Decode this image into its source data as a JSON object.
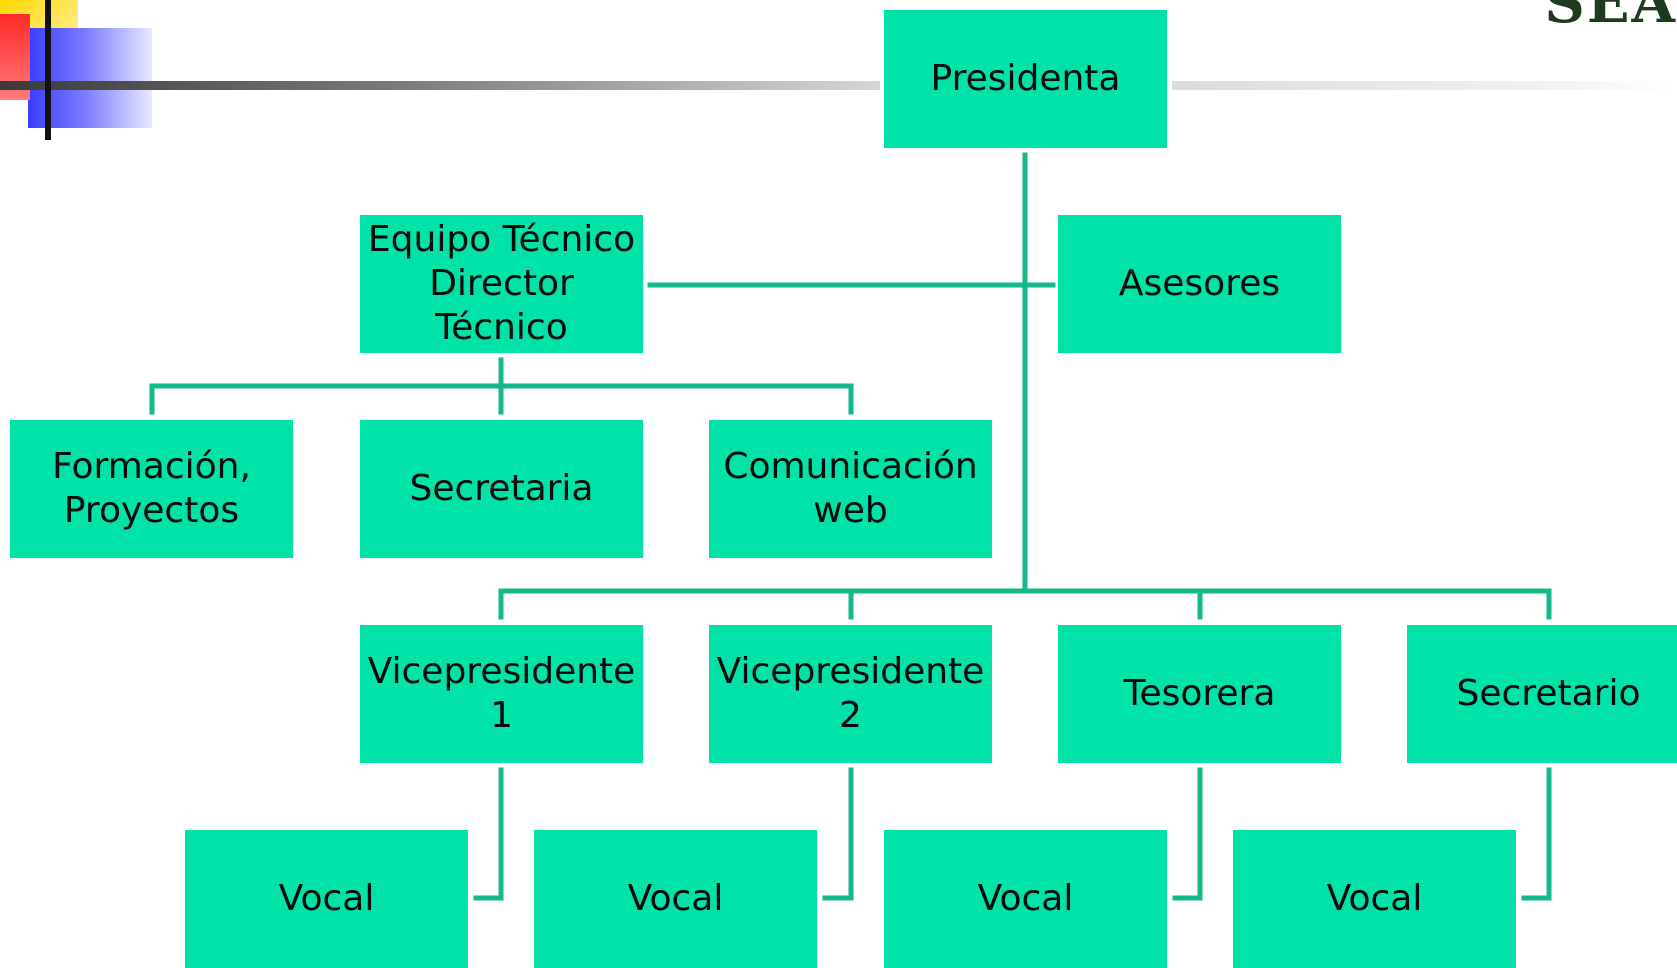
{
  "colors": {
    "node_fill": "#00e2a8",
    "connector": "#14b88a"
  },
  "logo": {
    "fragment": "SEA"
  },
  "nodes": {
    "presidenta": "Presidenta",
    "equipo_tecnico": "Equipo Técnico\nDirector Técnico",
    "asesores": "Asesores",
    "formacion": "Formación,\nProyectos",
    "secretaria": "Secretaria",
    "comunicacion": "Comunicación\nweb",
    "vicepresidente1": "Vicepresidente 1",
    "vicepresidente2": "Vicepresidente 2",
    "tesorera": "Tesorera",
    "secretario": "Secretario",
    "vocal1": "Vocal",
    "vocal2": "Vocal",
    "vocal3": "Vocal",
    "vocal4": "Vocal"
  }
}
